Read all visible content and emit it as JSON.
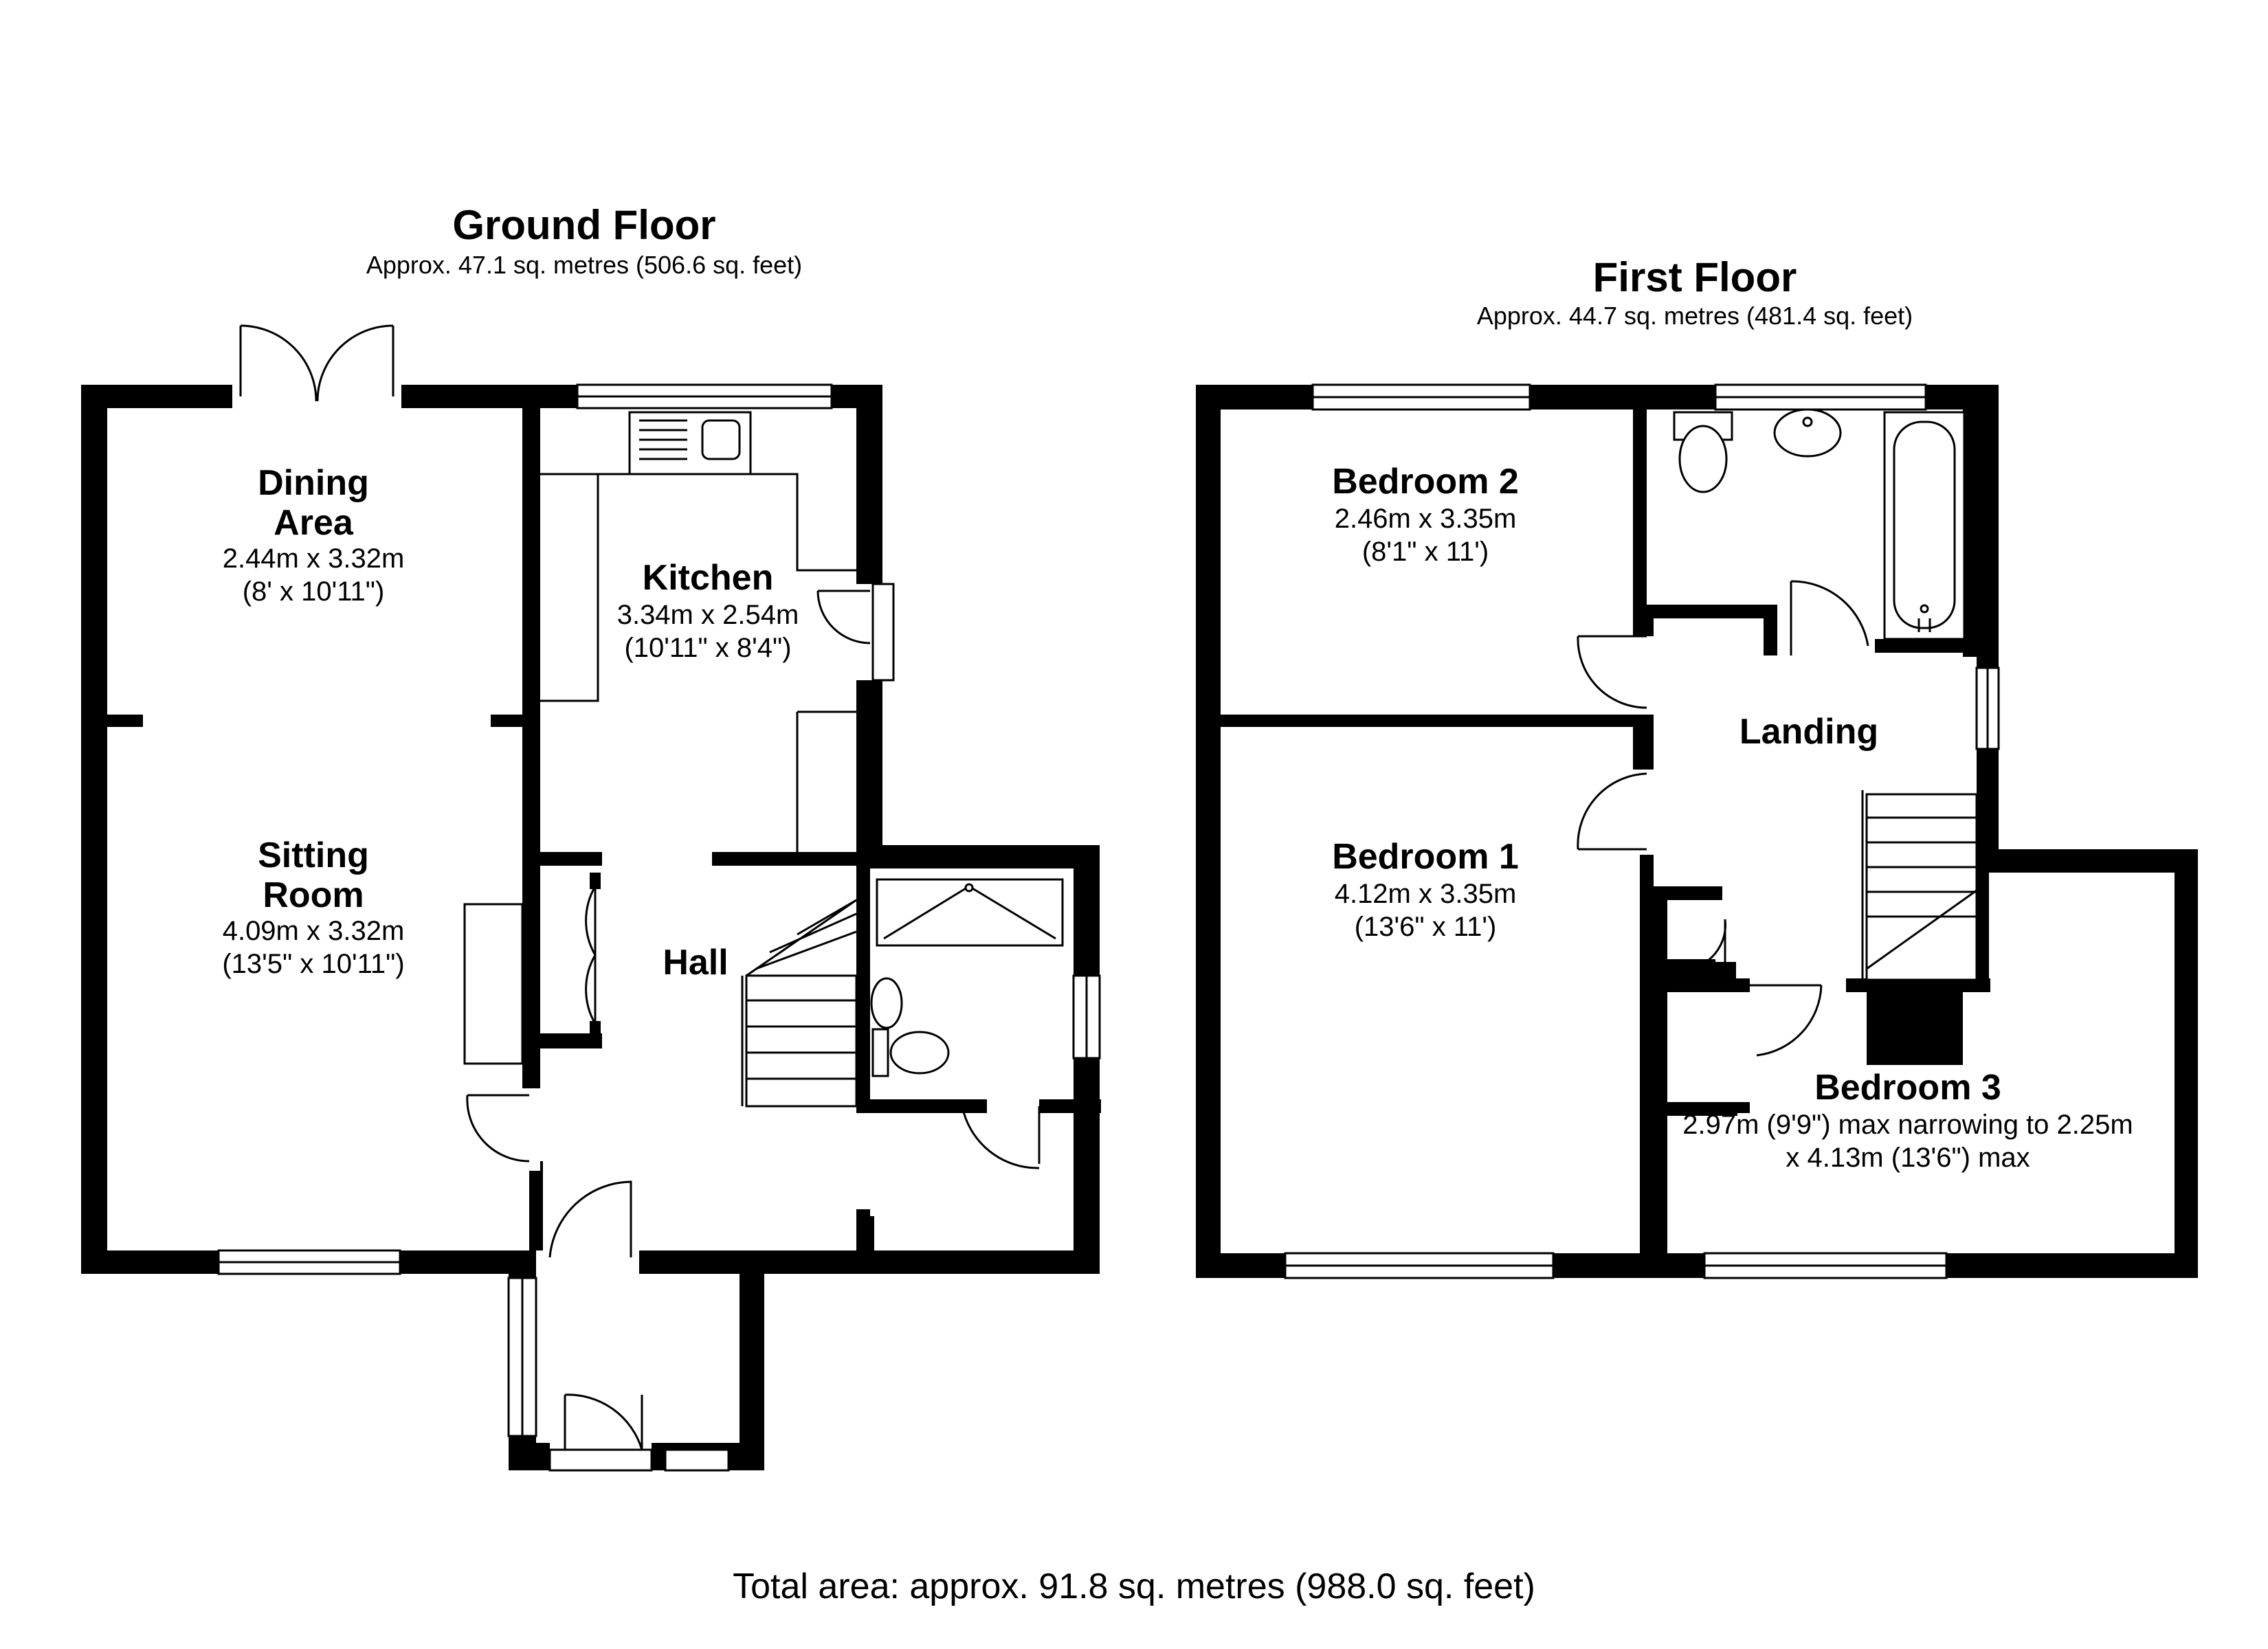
{
  "ground_floor": {
    "title": "Ground Floor",
    "area": "Approx. 47.1 sq. metres (506.6 sq. feet)",
    "rooms": {
      "dining": {
        "name_line1": "Dining",
        "name_line2": "Area",
        "dim_metric": "2.44m x 3.32m",
        "dim_imperial": "(8' x 10'11\")"
      },
      "sitting": {
        "name_line1": "Sitting",
        "name_line2": "Room",
        "dim_metric": "4.09m x 3.32m",
        "dim_imperial": "(13'5\" x 10'11\")"
      },
      "kitchen": {
        "name": "Kitchen",
        "dim_metric": "3.34m x 2.54m",
        "dim_imperial": "(10'11\" x 8'4\")"
      },
      "hall": {
        "name": "Hall"
      }
    }
  },
  "first_floor": {
    "title": "First Floor",
    "area": "Approx. 44.7 sq. metres (481.4 sq. feet)",
    "rooms": {
      "bedroom2": {
        "name": "Bedroom 2",
        "dim_metric": "2.46m x 3.35m",
        "dim_imperial": "(8'1\" x 11')"
      },
      "bedroom1": {
        "name": "Bedroom 1",
        "dim_metric": "4.12m x 3.35m",
        "dim_imperial": "(13'6\" x 11')"
      },
      "landing": {
        "name": "Landing"
      },
      "bedroom3": {
        "name": "Bedroom 3",
        "dim_line1": "2.97m (9'9\") max narrowing to 2.25m",
        "dim_line2": "x 4.13m (13'6\") max"
      }
    }
  },
  "total_area": "Total area: approx. 91.8 sq. metres (988.0 sq. feet)",
  "colors": {
    "wall": "#000000",
    "background": "#ffffff"
  }
}
